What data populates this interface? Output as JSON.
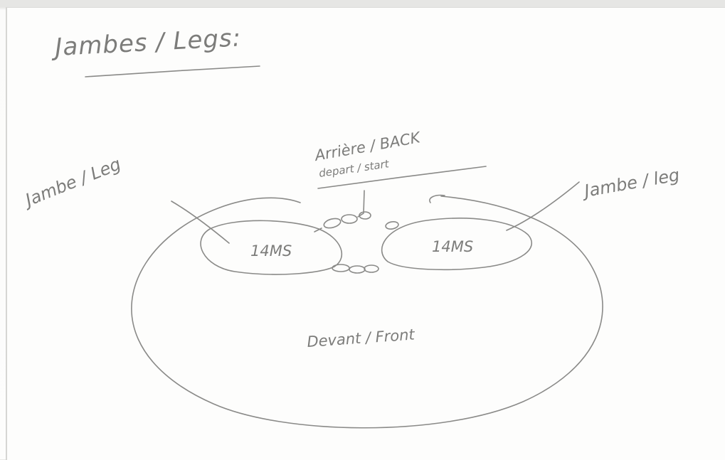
{
  "title": "Jambes / Legs:",
  "labels": {
    "back": "Arrière / BACK",
    "start": "depart / start",
    "leg_left": "Jambe / Leg",
    "leg_right": "Jambe / leg",
    "hole_left": "14MS",
    "hole_right": "14MS",
    "front": "Devant / Front"
  },
  "colors": {
    "ink": "#8a8a88",
    "paper": "#fdfdfc"
  }
}
